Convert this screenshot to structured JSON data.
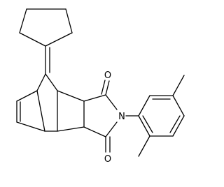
{
  "molecule": {
    "atoms": {
      "o_top": "O",
      "n_imide": "N",
      "o_bottom": "O"
    }
  }
}
